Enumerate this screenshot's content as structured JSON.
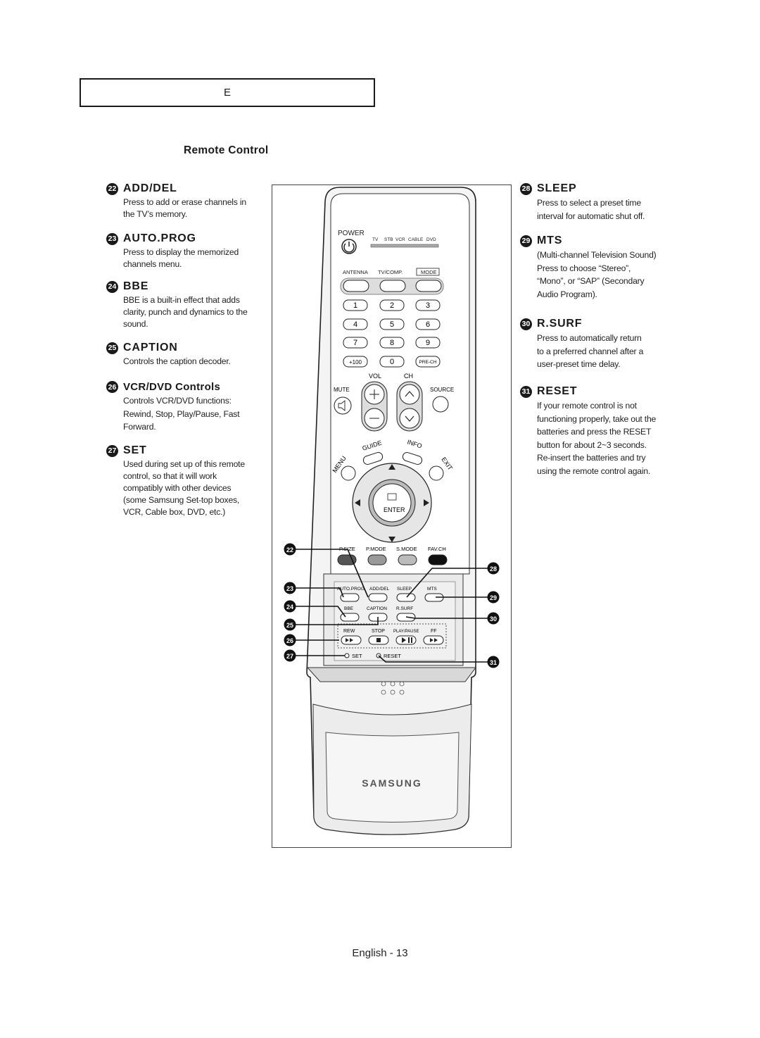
{
  "header": {
    "text": "E"
  },
  "section_title": "Remote Control",
  "left_items": [
    {
      "num": "22",
      "title": "ADD/DEL",
      "desc": [
        "Press to add or erase channels in",
        "the TV’s memory."
      ]
    },
    {
      "num": "23",
      "title": "AUTO.PROG",
      "desc": [
        "Press to display the memorized",
        "channels menu."
      ]
    },
    {
      "num": "24",
      "title": "BBE",
      "desc": [
        "BBE is a built-in effect that adds",
        "clarity, punch and dynamics to the",
        "sound."
      ]
    },
    {
      "num": "25",
      "title": "CAPTION",
      "desc": [
        "Controls the caption decoder."
      ]
    },
    {
      "num": "26",
      "title": "VCR/DVD Controls",
      "desc": [
        "Controls VCR/DVD functions:",
        "Rewind, Stop, Play/Pause, Fast",
        "Forward."
      ]
    },
    {
      "num": "27",
      "title": "SET",
      "desc": [
        "Used during set up of this remote",
        "control, so that it will work",
        "compatibly with other devices",
        "(some Samsung Set-top boxes,",
        "VCR, Cable box, DVD, etc.)"
      ]
    }
  ],
  "right_items": [
    {
      "num": "28",
      "title": "SLEEP",
      "desc": [
        "Press to select a preset time",
        "interval for automatic shut off."
      ]
    },
    {
      "num": "29",
      "title": "MTS",
      "desc": [
        "(Multi-channel Television Sound)",
        "Press to choose “Stereo”,",
        "“Mono”, or “SAP” (Secondary",
        "Audio Program)."
      ]
    },
    {
      "num": "30",
      "title": "R.SURF",
      "desc": [
        "Press to automatically return",
        "to a preferred channel after a",
        "user-preset time delay."
      ]
    },
    {
      "num": "31",
      "title": "RESET",
      "desc": [
        "If your remote control is not",
        "functioning properly, take out the",
        "batteries and press the RESET",
        "button for about 2~3 seconds.",
        "Re-insert the batteries and try",
        "using the remote control again."
      ]
    }
  ],
  "remote": {
    "power": "POWER",
    "modes": [
      "TV",
      "STB",
      "VCR",
      "CABLE",
      "DVD"
    ],
    "antenna": "ANTENNA",
    "tvcomp": "TV/COMP.",
    "mode": "MODE",
    "digits": [
      "1",
      "2",
      "3",
      "4",
      "5",
      "6",
      "7",
      "8",
      "9"
    ],
    "plus100": "+100",
    "zero": "0",
    "prech": "PRE-CH",
    "vol": "VOL",
    "ch": "CH",
    "mute": "MUTE",
    "source": "SOURCE",
    "guide": "GUIDE",
    "info": "INFO",
    "menu": "MENU",
    "exit": "EXIT",
    "enter": "ENTER",
    "psize": "P.SIZE",
    "pmode": "P.MODE",
    "smode": "S.MODE",
    "favch": "FAV.CH",
    "autoprog": "AUTO.PROG",
    "adddel": "ADD/DEL",
    "sleep": "SLEEP",
    "mts": "MTS",
    "bbe": "BBE",
    "caption": "CAPTION",
    "rsurf": "R.SURF",
    "rew": "REW",
    "stop": "STOP",
    "playpause": "PLAY/PAUSE",
    "ff": "FF",
    "set": "SET",
    "reset": "RESET",
    "brand": "SAMSUNG",
    "callouts": [
      "22",
      "23",
      "24",
      "25",
      "26",
      "27",
      "28",
      "29",
      "30",
      "31"
    ]
  },
  "footer": "English - 13"
}
